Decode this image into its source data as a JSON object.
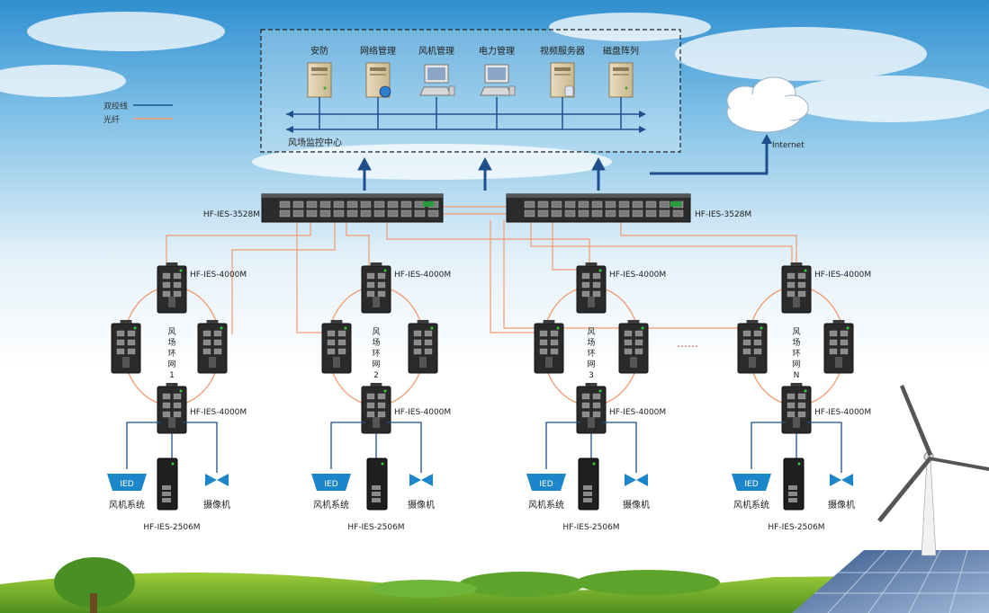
{
  "legend": {
    "twisted_pair": "双绞线",
    "fiber": "光纤"
  },
  "colors": {
    "twisted_pair": "#1f4e8c",
    "fiber": "#f29b6f"
  },
  "control_center": {
    "title": "风场监控中心",
    "servers": [
      {
        "label": "安防",
        "icon": "server-icon"
      },
      {
        "label": "网络管理",
        "icon": "server-globe-icon"
      },
      {
        "label": "风机管理",
        "icon": "workstation-icon"
      },
      {
        "label": "电力管理",
        "icon": "workstation-icon"
      },
      {
        "label": "视频服务器",
        "icon": "server-db-icon"
      },
      {
        "label": "磁盘阵列",
        "icon": "server-icon"
      }
    ]
  },
  "internet_label": "Internet",
  "core_switches": [
    {
      "model": "HF-IES-3528M"
    },
    {
      "model": "HF-IES-3528M"
    }
  ],
  "rings": [
    {
      "name": [
        "风",
        "场",
        "环",
        "网",
        "1"
      ],
      "top_model": "HF-IES-4000M",
      "bottom_model": "HF-IES-4000M",
      "edge_model": "HF-IES-2506M",
      "ied_badge": "IED",
      "ied_label": "风机系统",
      "camera_label": "摄像机"
    },
    {
      "name": [
        "风",
        "场",
        "环",
        "网",
        "2"
      ],
      "top_model": "HF-IES-4000M",
      "bottom_model": "HF-IES-4000M",
      "edge_model": "HF-IES-2506M",
      "ied_badge": "IED",
      "ied_label": "风机系统",
      "camera_label": "摄像机"
    },
    {
      "name": [
        "风",
        "场",
        "环",
        "网",
        "3"
      ],
      "top_model": "HF-IES-4000M",
      "bottom_model": "HF-IES-4000M",
      "edge_model": "HF-IES-2506M",
      "ied_badge": "IED",
      "ied_label": "风机系统",
      "camera_label": "摄像机"
    },
    {
      "name": [
        "风",
        "场",
        "环",
        "网",
        "N"
      ],
      "top_model": "HF-IES-4000M",
      "bottom_model": "HF-IES-4000M",
      "edge_model": "HF-IES-2506M",
      "ied_badge": "IED",
      "ied_label": "风机系统",
      "camera_label": "摄像机"
    }
  ],
  "ellipsis": "……"
}
